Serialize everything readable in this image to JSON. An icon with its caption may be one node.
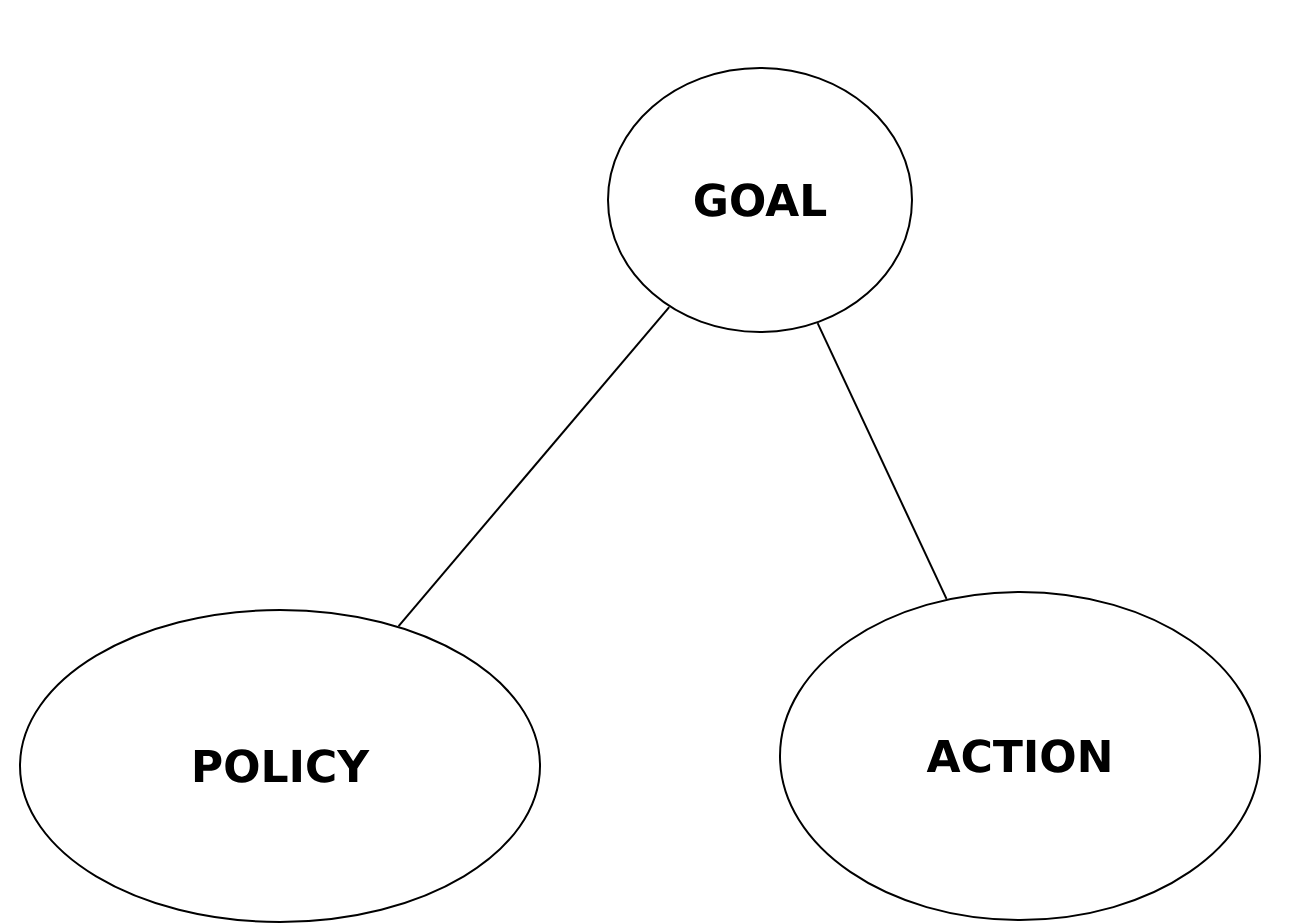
{
  "diagram": {
    "nodes": [
      {
        "text": [
          "GOAL"
        ]
      },
      {
        "text": [
          "POLICY"
        ]
      },
      {
        "text": [
          "ACTION"
        ]
      }
    ],
    "edges": [
      {
        "from": 0,
        "to": 1,
        "arrow": "none"
      },
      {
        "from": 0,
        "to": 2,
        "arrow": "none"
      }
    ]
  }
}
